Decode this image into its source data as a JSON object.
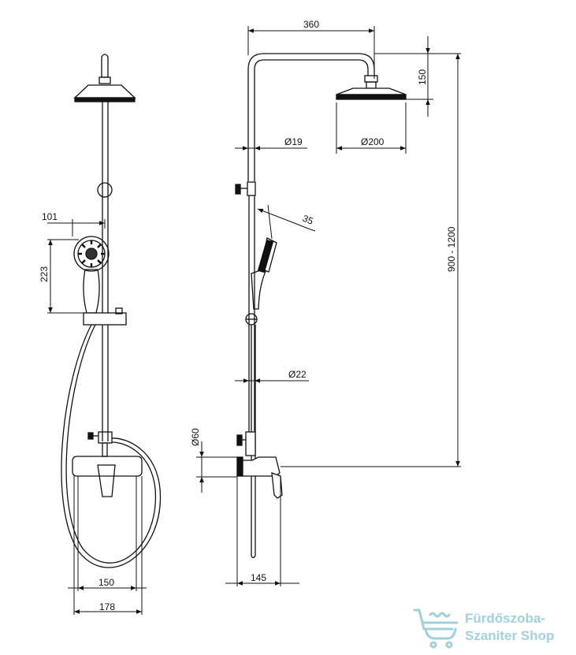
{
  "front_view": {
    "dim_armrest_offset": "101",
    "dim_handshower_height": "223",
    "dim_inner_width": "150",
    "dim_outer_width": "178"
  },
  "side_view": {
    "dim_arm_length": "360",
    "dim_head_drop": "150",
    "dim_pipe_diameter": "Ø19",
    "dim_head_diameter": "Ø200",
    "dim_handshower_angle": "35",
    "dim_total_height": "900 - 1200",
    "dim_lower_pipe_diameter": "Ø22",
    "dim_mixer_height": "Ø60",
    "dim_wall_projection": "145"
  },
  "watermark": {
    "line1": "Fürdőszoba-",
    "line2": "Szaniter Shop"
  },
  "colors": {
    "line": "#111111",
    "watermark": "#9fd1df"
  }
}
